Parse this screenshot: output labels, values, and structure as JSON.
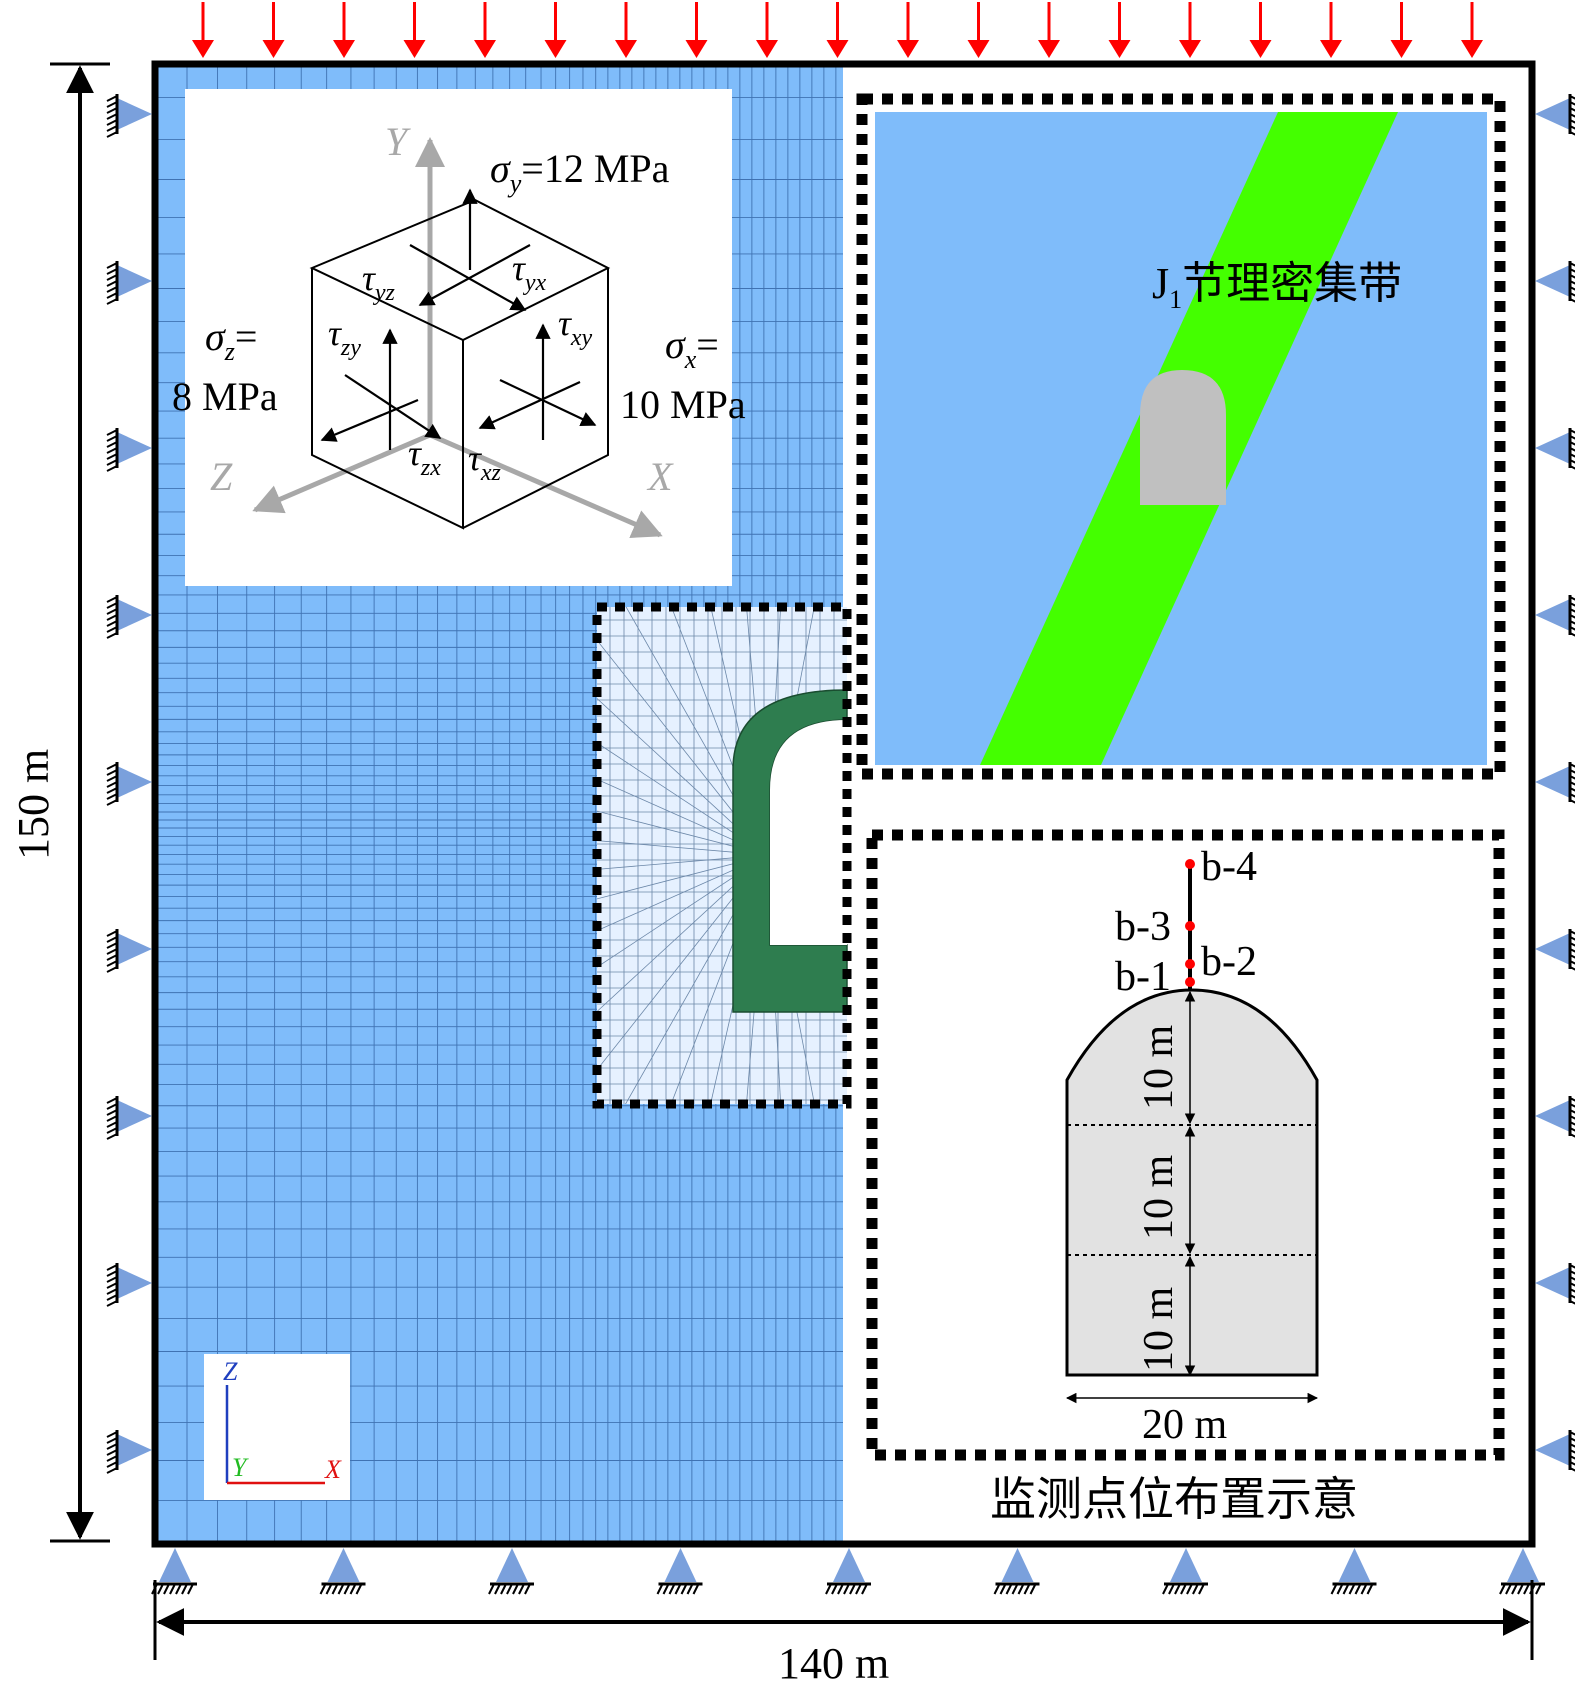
{
  "dims": {
    "height": "150 m",
    "width": "140 m"
  },
  "stress_cube": {
    "axes": {
      "y": "Y",
      "z": "Z",
      "x": "X"
    },
    "sigma_y": {
      "sym": "σ",
      "sub": "y",
      "val": "=12 MPa"
    },
    "sigma_z": {
      "sym": "σ",
      "sub": "z",
      "eq": "=",
      "val": "8 MPa"
    },
    "sigma_x": {
      "sym": "σ",
      "sub": "x",
      "eq": "=",
      "val": "10 MPa"
    },
    "tau": {
      "sym": "τ",
      "yz": "yz",
      "yx": "yx",
      "zy": "zy",
      "xy": "xy",
      "zx": "zx",
      "xz": "xz"
    }
  },
  "joint_panel": {
    "j": "J",
    "sub": "1",
    "label": "节理密集带"
  },
  "monitor_panel": {
    "points": [
      "b-1",
      "b-2",
      "b-3",
      "b-4"
    ],
    "seg_label": "10 m",
    "width_label": "20 m",
    "caption": "监测点位布置示意"
  },
  "triad": {
    "z": "Z",
    "y": "Y",
    "x": "X"
  },
  "colors": {
    "rock": "#7fbcfa",
    "joint_band": "#44ff00",
    "lining": "#2e7d4f",
    "load_arrow": "#ff0000",
    "support": "#7aa0dc",
    "tunnel": "#c0c0c0"
  }
}
